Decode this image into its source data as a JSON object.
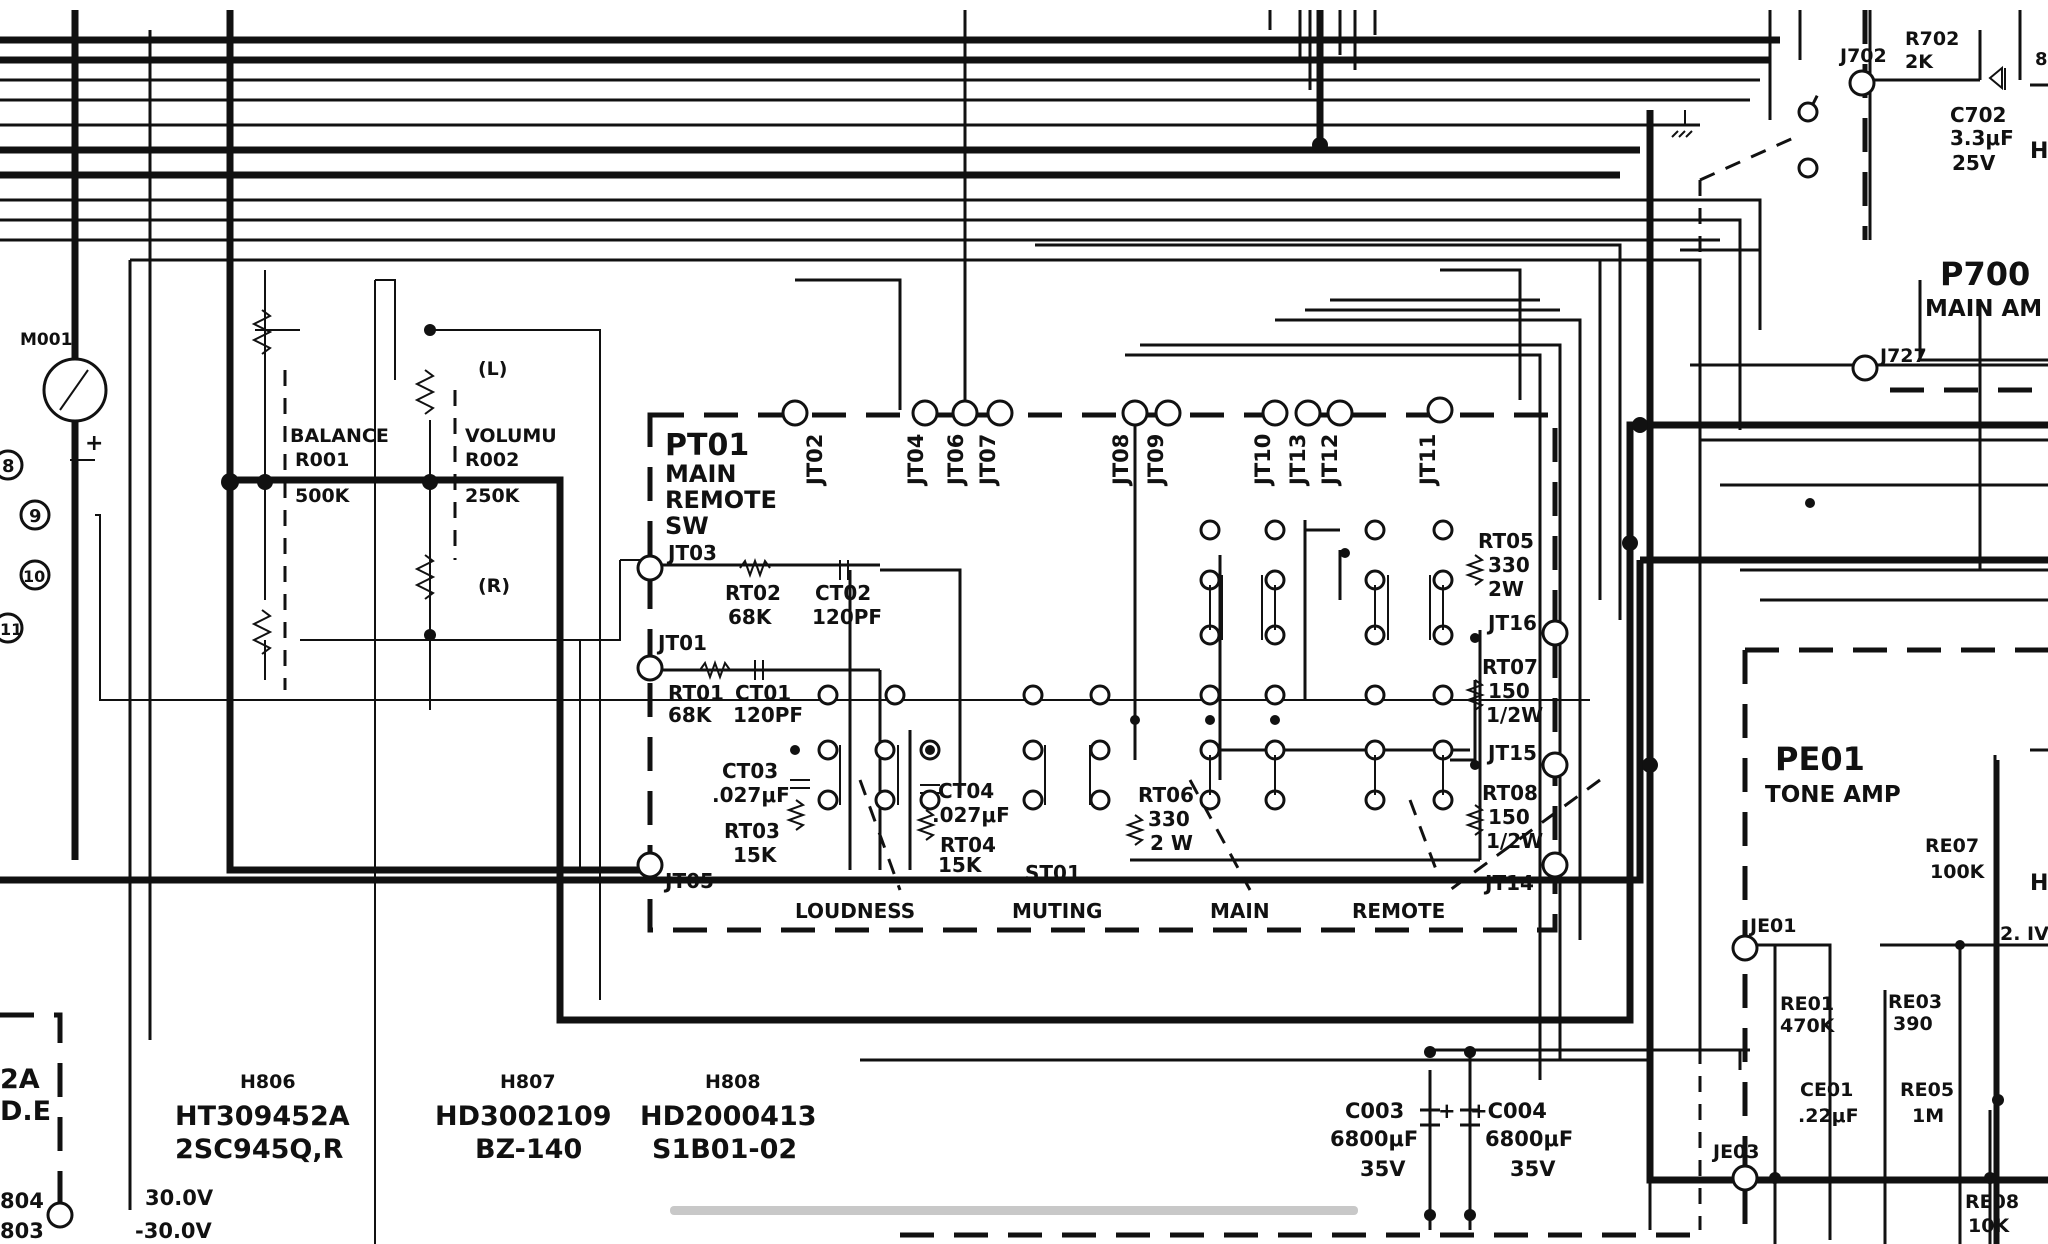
{
  "labels": {
    "pt01_1": "PT01",
    "pt01_2": "MAIN",
    "pt01_3": "REMOTE",
    "pt01_4": "SW",
    "m001": "M001",
    "balance": "BALANCE",
    "r001": "R001",
    "r001_val": "500K",
    "volumu": "VOLUMU",
    "r002": "R002",
    "r002_val": "250K",
    "l_ch": "(L)",
    "r_ch": "(R)",
    "jt02": "JT02",
    "jt04": "JT04",
    "jt06": "JT06",
    "jt07": "JT07",
    "jt08": "JT08",
    "jt09": "JT09",
    "jt10": "JT10",
    "jt13": "JT13",
    "jt12": "JT12",
    "jt11": "JT11",
    "jt03": "JT03",
    "jt01": "JT01",
    "jt05": "JT05",
    "jt16": "JT16",
    "jt15": "JT15",
    "jt14": "JT14",
    "rt02": "RT02",
    "rt02_val": "68K",
    "ct02": "CT02",
    "ct02_val": "120PF",
    "rt01": "RT01",
    "rt01_val": "68K",
    "ct01": "CT01",
    "ct01_val": "120PF",
    "ct03": "CT03",
    "ct03_val": ".027μF",
    "rt03": "RT03",
    "rt03_val": "15K",
    "ct04": "CT04",
    "ct04_val": ".027μF",
    "rt04": "RT04",
    "rt04_val": "15K",
    "st01": "ST01",
    "rt06": "RT06",
    "rt06_val": "330",
    "rt06_w": "2 W",
    "rt05": "RT05",
    "rt05_val": "330",
    "rt05_w": "2W",
    "rt07": "RT07",
    "rt07_val": "150",
    "rt07_w": "1/2W",
    "rt08": "RT08",
    "rt08_val": "150",
    "rt08_w": "1/2W",
    "loudness": "LOUDNESS",
    "muting": "MUTING",
    "main": "MAIN",
    "remote": "REMOTE",
    "j702": "J702",
    "r702": "R702",
    "r702_val": "2K",
    "c702": "C702",
    "c702_val": "3.3μF",
    "c702_v": "25V",
    "p700": "P700",
    "p700_sub": "MAIN AM",
    "j727": "J727",
    "pe01": "PE01",
    "tone_amp": "TONE AMP",
    "re07": "RE07",
    "re07_val": "100K",
    "je01": "JE01",
    "re01": "RE01",
    "re01_val": "470K",
    "re03": "RE03",
    "re03_val": "390",
    "ce01": "CE01",
    "ce01_val": ".22μF",
    "re05": "RE05",
    "re05_val": "1M",
    "je03": "JE03",
    "re08": "RE08",
    "re08_val": "10K",
    "v2iv": "2. IV",
    "c003": "C003",
    "c003_val": "6800μF",
    "c003_v": "35V",
    "c004": "+C004",
    "c004_val": "6800μF",
    "c004_v": "35V",
    "plus": "+",
    "h806": "H806",
    "h806_p1": "HT309452A",
    "h806_p2": "2SC945Q,R",
    "h807": "H807",
    "h807_p1": "HD3002109",
    "h807_p2": "BZ-140",
    "h808": "H808",
    "h808_p1": "HD2000413",
    "h808_p2": "S1B01-02",
    "left_2a": "2A",
    "left_de": "D.E",
    "n804": "804",
    "n803": "803",
    "v30": "30.0V",
    "vm30": "-30.0V",
    "pin8": "8",
    "pin9": "9",
    "pin10": "10",
    "pin11": "11",
    "h_edge": "H",
    "b_edge": "8"
  }
}
